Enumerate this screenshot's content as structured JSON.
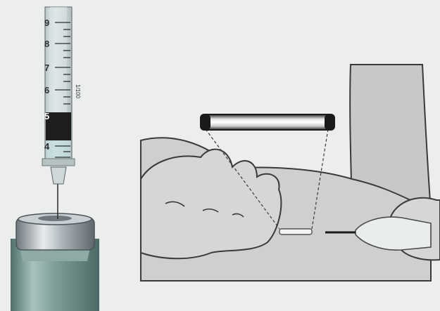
{
  "syringe": {
    "scale_marks": [
      "9",
      "8",
      "7",
      "6",
      "5",
      "4"
    ],
    "barrel_text": "1/100"
  },
  "colors": {
    "background": "#eceded",
    "vial_glass": "#6f8f8a",
    "vial_cap": "#9aa3a8",
    "skin": "#d2d2d2",
    "plunger": "#1e1e1e"
  }
}
